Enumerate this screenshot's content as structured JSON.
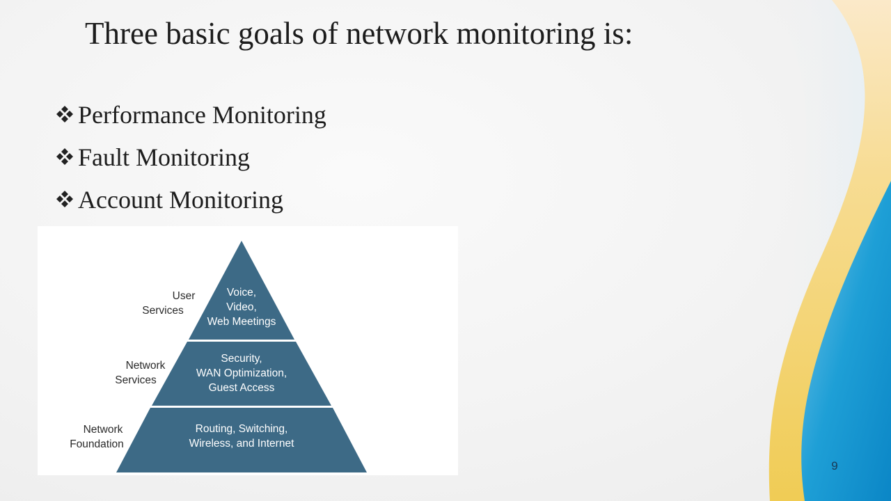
{
  "slide": {
    "title": "Three basic goals of network monitoring is:",
    "bullets": [
      "Performance Monitoring",
      "Fault Monitoring",
      "Account Monitoring"
    ],
    "bullet_icon": "diamond-bullet-icon",
    "page_number": "9",
    "colors": {
      "pyramid_fill": "#3d6a86",
      "text": "#1c1c1c",
      "accent_yellow": "#f3d46a",
      "accent_blue": "#1a9fd4"
    }
  },
  "pyramid": {
    "levels": [
      {
        "side_label": [
          "User",
          "Services"
        ],
        "content": [
          "Voice,",
          "Video,",
          "Web Meetings"
        ]
      },
      {
        "side_label": [
          "Network",
          "Services"
        ],
        "content": [
          "Security,",
          "WAN Optimization,",
          "Guest Access"
        ]
      },
      {
        "side_label": [
          "Network",
          "Foundation"
        ],
        "content": [
          "Routing, Switching,",
          "Wireless, and Internet"
        ]
      }
    ]
  }
}
